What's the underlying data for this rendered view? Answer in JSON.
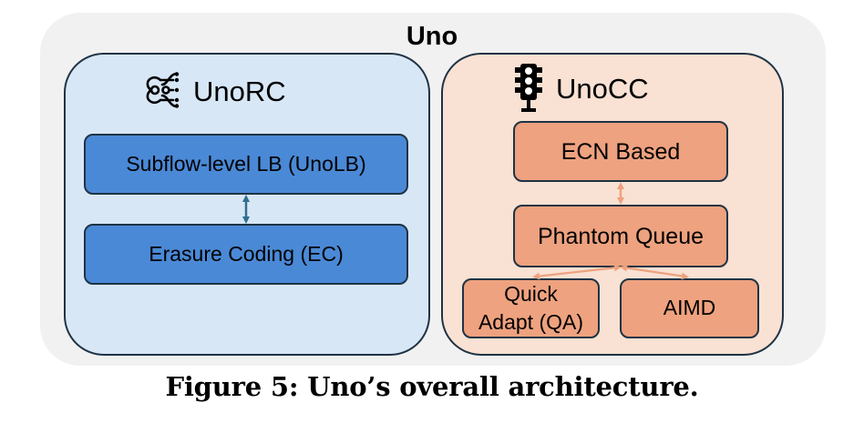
{
  "diagram": {
    "title": "Uno",
    "left_panel": {
      "name": "UnoRC",
      "icon": "network-flow-icon",
      "boxes": [
        "Subflow-level LB (UnoLB)",
        "Erasure Coding (EC)"
      ]
    },
    "right_panel": {
      "name": "UnoCC",
      "icon": "traffic-light-icon",
      "boxes": {
        "ecn": "ECN Based",
        "phantom": "Phantom Queue",
        "qa_line1": "Quick",
        "qa_line2": "Adapt (QA)",
        "aimd": "AIMD"
      }
    },
    "colors": {
      "outer_bg": "#f1f1f1",
      "left_panel_bg": "#d8e7f6",
      "left_box": "#4a89d6",
      "right_panel_bg": "#f9e1d3",
      "right_box": "#eea27f",
      "arrow_left": "#2f6e8e",
      "arrow_right": "#eea27f"
    }
  },
  "caption": "Figure 5: Uno’s overall architecture."
}
